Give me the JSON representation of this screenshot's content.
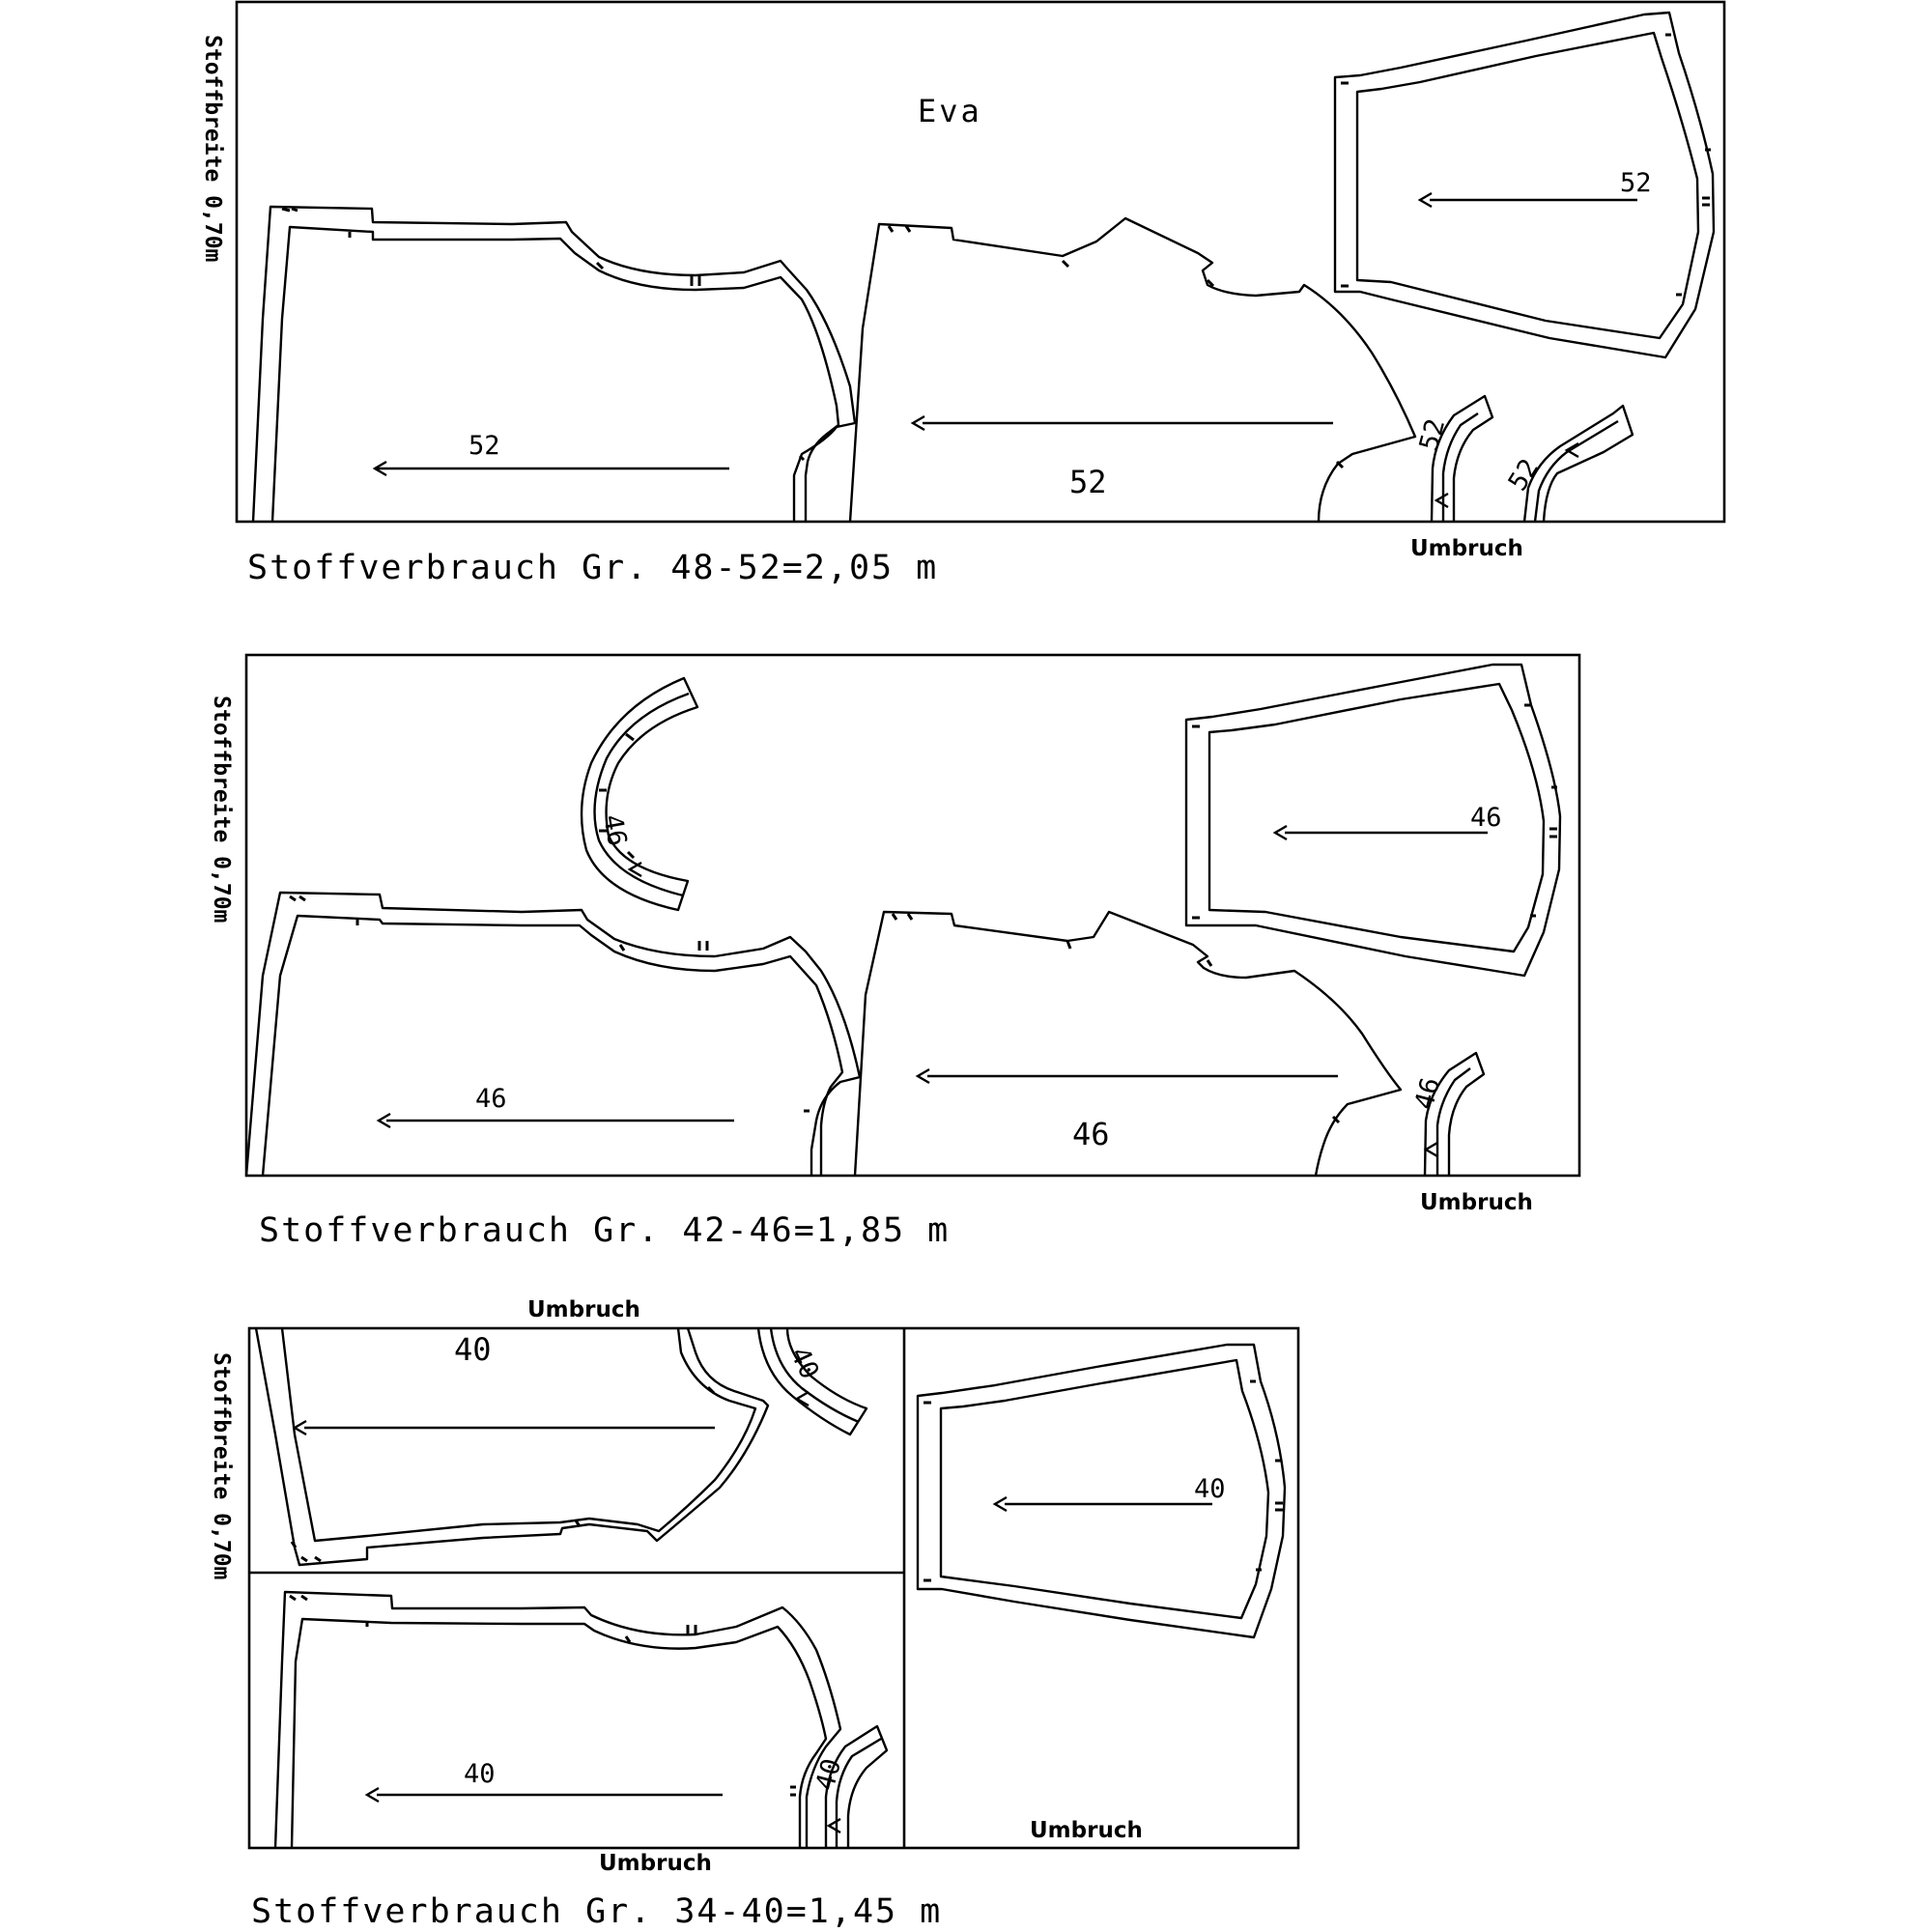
{
  "title": "Eva",
  "fabric_width_label": "Stoffbreite 0,70m",
  "fold_label": "Umbruch",
  "layouts": [
    {
      "caption": "Stoffverbrauch Gr. 48-52=2,05 m",
      "size": "52",
      "pieces": {
        "front": "52",
        "back": "52",
        "sleeve": "52",
        "facing_1": "52",
        "facing_2": "52"
      }
    },
    {
      "caption": "Stoffverbrauch Gr. 42-46=1,85 m",
      "size": "46",
      "pieces": {
        "front": "46",
        "back": "46",
        "sleeve": "46",
        "facing_1": "46",
        "facing_2": "46"
      }
    },
    {
      "caption": "Stoffverbrauch Gr. 34-40=1,45 m",
      "size": "40",
      "pieces": {
        "front": "40",
        "back": "40",
        "sleeve": "40",
        "facing_1": "40",
        "facing_2": "40"
      }
    }
  ]
}
